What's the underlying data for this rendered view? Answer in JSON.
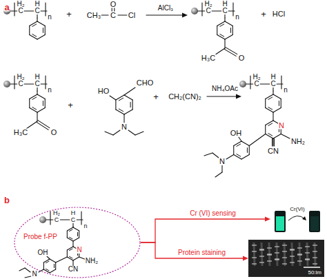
{
  "diagram": {
    "nodes": [
      {
        "text": [
          "Probe f-PP"
        ]
      },
      {
        "text": [
          "Cr(VI)"
        ]
      },
      {
        "text": [
          "50:lm"
        ]
      }
    ],
    "edges": [
      {
        "from": 0,
        "to": 1,
        "arrow": "to",
        "label": "Cr (VI) sensing"
      },
      {
        "from": 0,
        "to": 2,
        "arrow": "to",
        "label": "Protein staining"
      }
    ],
    "labels": [
      "a",
      "H₂",
      "C",
      "H",
      "C",
      "n",
      "+",
      "CH₃",
      "C",
      "Cl",
      "O",
      "AlCl₃",
      "H₂",
      "C",
      "H",
      "C",
      "n",
      "H₃C",
      "O",
      "+",
      "HCl",
      "H₂",
      "C",
      "H",
      "C",
      "n",
      "H₃C",
      "O",
      "+",
      "HO",
      "CHO",
      "N",
      "+",
      "CH₂(CN)₂",
      "NH₄OAc",
      "H₂",
      "C",
      "H",
      "C",
      "n",
      "N",
      "NH₂",
      "CN",
      "OH",
      "N",
      "b",
      "H₂",
      "C",
      "H",
      "C",
      "n",
      "N",
      "NH₂",
      "CN",
      "OH",
      "N"
    ]
  }
}
